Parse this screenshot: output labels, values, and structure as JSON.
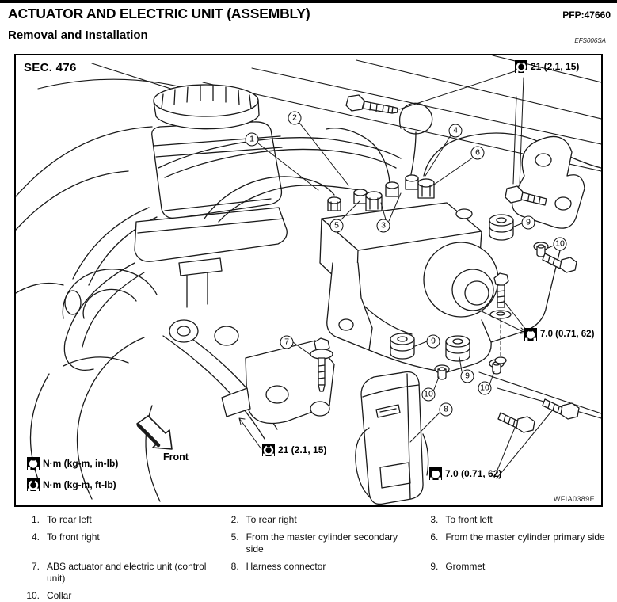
{
  "header": {
    "title": "ACTUATOR AND ELECTRIC UNIT (ASSEMBLY)",
    "pfp": "PFP:47660",
    "subtitle": "Removal and Installation",
    "ref_code": "EFS006SA"
  },
  "figure": {
    "section": "SEC. 476",
    "figure_id": "WFIA0389E",
    "front_label": "Front",
    "torque_values": [
      {
        "pos": "top-right",
        "icon": "torque-ftlb-icon",
        "value": "21 (2.1, 15)"
      },
      {
        "pos": "right-middle",
        "icon": "torque-inlb-icon",
        "value": "7.0 (0.71, 62)"
      },
      {
        "pos": "bottom-middle",
        "icon": "torque-ftlb-icon",
        "value": "21 (2.1, 15)"
      },
      {
        "pos": "bottom-right",
        "icon": "torque-inlb-icon",
        "value": "7.0 (0.71, 62)"
      }
    ],
    "torque_unit_legend": [
      {
        "icon": "torque-inlb-icon",
        "label": "N·m (kg-m, in-lb)"
      },
      {
        "icon": "torque-ftlb-icon",
        "label": "N·m (kg-m, ft-lb)"
      }
    ],
    "callouts": [
      "1",
      "2",
      "3",
      "4",
      "5",
      "6",
      "7",
      "8",
      "9",
      "9",
      "9",
      "10",
      "10",
      "10"
    ]
  },
  "parts": [
    {
      "num": "1.",
      "label": "To rear left"
    },
    {
      "num": "2.",
      "label": "To rear right"
    },
    {
      "num": "3.",
      "label": "To front left"
    },
    {
      "num": "4.",
      "label": "To front right"
    },
    {
      "num": "5.",
      "label": "From the master cylinder secondary side"
    },
    {
      "num": "6.",
      "label": "From the master cylinder primary side"
    },
    {
      "num": "7.",
      "label": "ABS actuator and electric unit (control unit)"
    },
    {
      "num": "8.",
      "label": "Harness connector"
    },
    {
      "num": "9.",
      "label": "Grommet"
    },
    {
      "num": "10.",
      "label": "Collar"
    }
  ],
  "colors": {
    "line": "#1a1a1a",
    "text": "#000000",
    "paper": "#ffffff"
  }
}
